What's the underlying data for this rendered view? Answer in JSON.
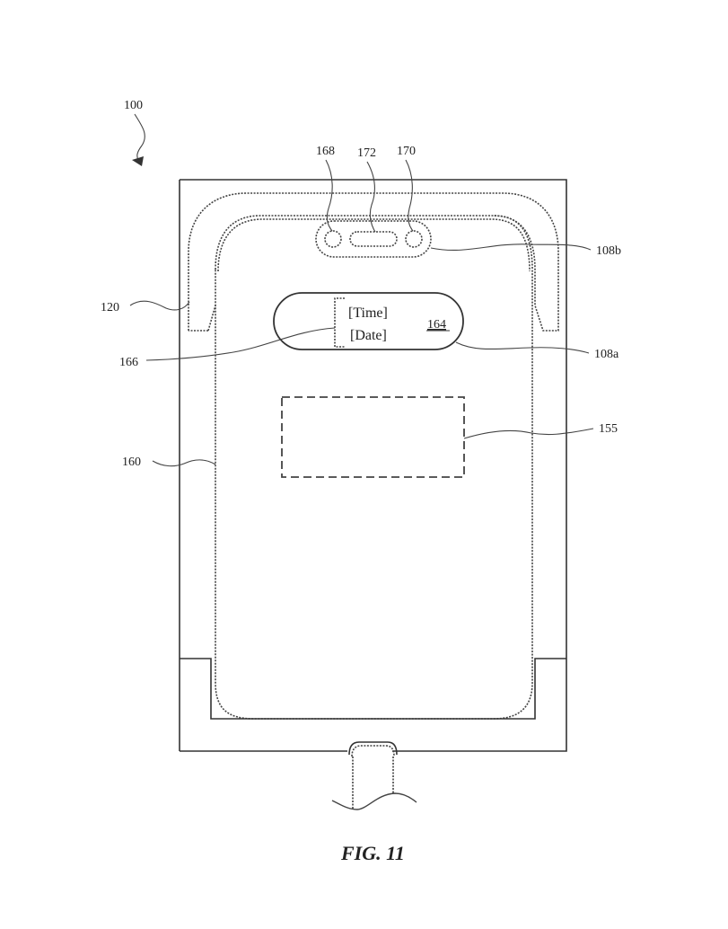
{
  "figure": {
    "caption": "FIG. 11",
    "device_label": "100",
    "display_text": {
      "time": "[Time]",
      "date": "[Date]"
    },
    "reference_numerals": {
      "sensor_left": "168",
      "sensor_center": "172",
      "sensor_right": "170",
      "camera_region": "108b",
      "dynamic_region": "108a",
      "display_area": "164",
      "info_bracket": "166",
      "band": "120",
      "display": "160",
      "dashed_region": "155"
    }
  }
}
